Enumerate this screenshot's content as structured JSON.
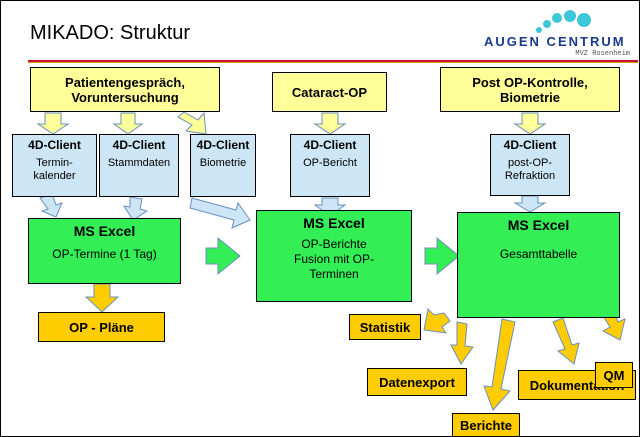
{
  "title": "MIKADO: Struktur",
  "logo": {
    "text": "AUGEN CENTRUM",
    "sub": "MVZ Rosenheim"
  },
  "colors": {
    "yellow": "#ffff99",
    "blue": "#cce6f5",
    "green": "#33ee55",
    "orange": "#ffcc00",
    "arrow_outline": "#6a8fc0",
    "rule_red": "#c8102e"
  },
  "inputs": {
    "patient": "Patientengespräch, Voruntersuchung",
    "cataract": "Cataract-OP",
    "postop": "Post OP-Kontrolle, Biometrie"
  },
  "clients": [
    {
      "title": "4D-Client",
      "text": "Termin-kalender"
    },
    {
      "title": "4D-Client",
      "text": "Stammdaten"
    },
    {
      "title": "4D-Client",
      "text": "Biometrie"
    },
    {
      "title": "4D-Client",
      "text": "OP-Bericht"
    },
    {
      "title": "4D-Client",
      "text": "post-OP-Refraktion"
    }
  ],
  "excel": [
    {
      "title": "MS Excel",
      "text": "OP-Termine (1 Tag)"
    },
    {
      "title": "MS Excel",
      "text": "OP-Berichte Fusion mit OP-Terminen"
    },
    {
      "title": "MS Excel",
      "text": "Gesamttabelle"
    }
  ],
  "outputs": {
    "op_plaene": "OP - Pläne",
    "statistik": "Statistik",
    "datenexport": "Datenexport",
    "berichte": "Berichte",
    "dokumentation": "Dokumentation",
    "qm": "QM"
  }
}
